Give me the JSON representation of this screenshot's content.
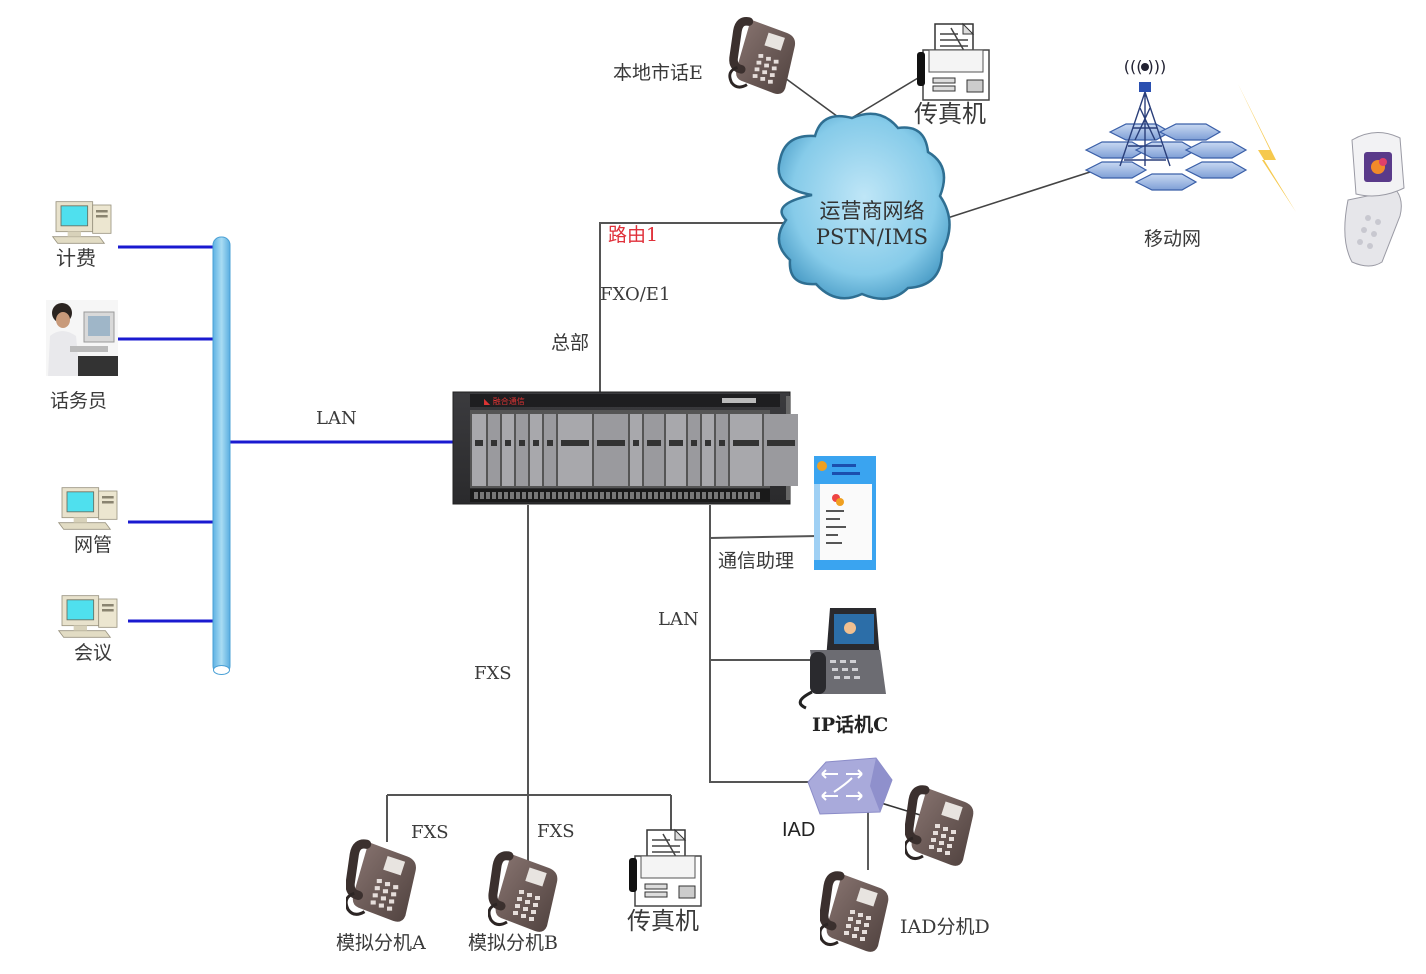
{
  "diagram": {
    "type": "network-topology",
    "colors": {
      "lan_line": "#1a1ad0",
      "wire_line": "#555555",
      "bus_fill": "#7cc4ea",
      "cloud_fill": "#8ccfeb",
      "cloud_edge": "#2f6f92",
      "route_label": "#e0303a",
      "lightning": "#f5c33b"
    },
    "left_lan": {
      "bus_label": "LAN",
      "devices": [
        {
          "id": "billing",
          "label": "计费",
          "icon": "desktop-computer-icon"
        },
        {
          "id": "operator",
          "label": "话务员",
          "icon": "operator-photo-icon"
        },
        {
          "id": "network-mgmt",
          "label": "网管",
          "icon": "desktop-computer-icon"
        },
        {
          "id": "conference",
          "label": "会议",
          "icon": "desktop-computer-icon"
        }
      ]
    },
    "core": {
      "name": "IPPBX chassis",
      "icon": "ippbx-chassis-icon",
      "brand_text": "融合通信"
    },
    "uplink": {
      "route_label": "路由1",
      "interface_label": "FXO/E1",
      "site_label": "总部"
    },
    "carrier": {
      "line1": "运营商网络",
      "line2": "PSTN/IMS",
      "attached": [
        {
          "id": "local-phone-e",
          "label": "本地市话E",
          "icon": "desk-phone-icon"
        },
        {
          "id": "fax-top",
          "label": "传真机",
          "icon": "fax-machine-icon"
        }
      ]
    },
    "mobile": {
      "network_label": "移动网",
      "tower_icon": "cell-tower-icon",
      "phone_icon": "flip-phone-icon"
    },
    "fxs_branch": {
      "trunk_label": "FXS",
      "ports": [
        {
          "id": "analog-a",
          "port_label": "FXS",
          "label": "模拟分机A",
          "icon": "desk-phone-icon"
        },
        {
          "id": "analog-b",
          "port_label": "FXS",
          "label": "模拟分机B",
          "icon": "desk-phone-icon"
        },
        {
          "id": "fax-bottom",
          "port_label": "",
          "label": "传真机",
          "icon": "fax-machine-icon"
        }
      ]
    },
    "lan_branch": {
      "trunk_label": "LAN",
      "endpoints": [
        {
          "id": "comm-assistant",
          "label": "通信助理",
          "icon": "softphone-window-icon"
        },
        {
          "id": "ip-phone-c",
          "label": "IP话机C",
          "icon": "video-ip-phone-icon"
        },
        {
          "id": "iad",
          "label": "IAD",
          "icon": "iad-router-icon"
        }
      ],
      "iad_extensions": [
        {
          "id": "iad-phone-1",
          "label": "",
          "icon": "desk-phone-icon"
        },
        {
          "id": "iad-phone-d",
          "label": "IAD分机D",
          "icon": "desk-phone-icon"
        }
      ]
    }
  }
}
